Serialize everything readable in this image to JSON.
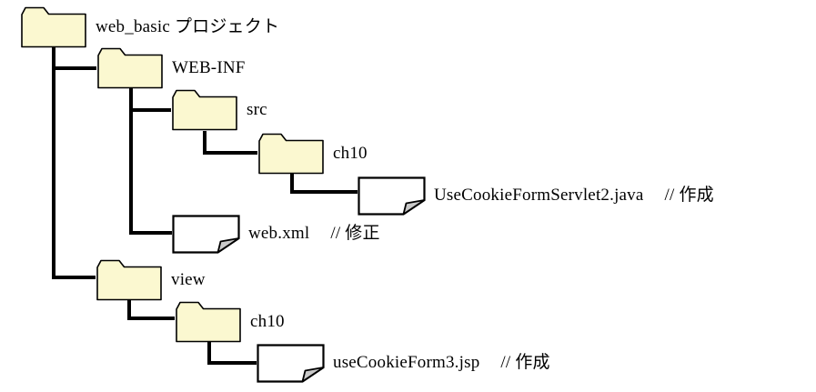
{
  "diagram_type": "project-file-tree",
  "colors": {
    "background": "#FFFFFF",
    "folder_fill": "#FBF8D0",
    "document_fill": "#FFFFFF",
    "fold_shade": "#C9C9C9",
    "outline": "#000000",
    "connector": "#000000",
    "text": "#000000"
  },
  "icons": {
    "folder": "folder-icon",
    "document": "document-icon"
  },
  "tree": {
    "type": "folder",
    "label": "web_basic プロジェクト",
    "children": [
      {
        "type": "folder",
        "label": "WEB-INF",
        "children": [
          {
            "type": "folder",
            "label": "src",
            "children": [
              {
                "type": "folder",
                "label": "ch10",
                "children": [
                  {
                    "type": "file",
                    "label": "UseCookieFormServlet2.java",
                    "annotation": "// 作成"
                  }
                ]
              }
            ]
          },
          {
            "type": "file",
            "label": "web.xml",
            "annotation": "// 修正"
          }
        ]
      },
      {
        "type": "folder",
        "label": "view",
        "children": [
          {
            "type": "folder",
            "label": "ch10",
            "children": [
              {
                "type": "file",
                "label": "useCookieForm3.jsp",
                "annotation": "// 作成"
              }
            ]
          }
        ]
      }
    ]
  }
}
